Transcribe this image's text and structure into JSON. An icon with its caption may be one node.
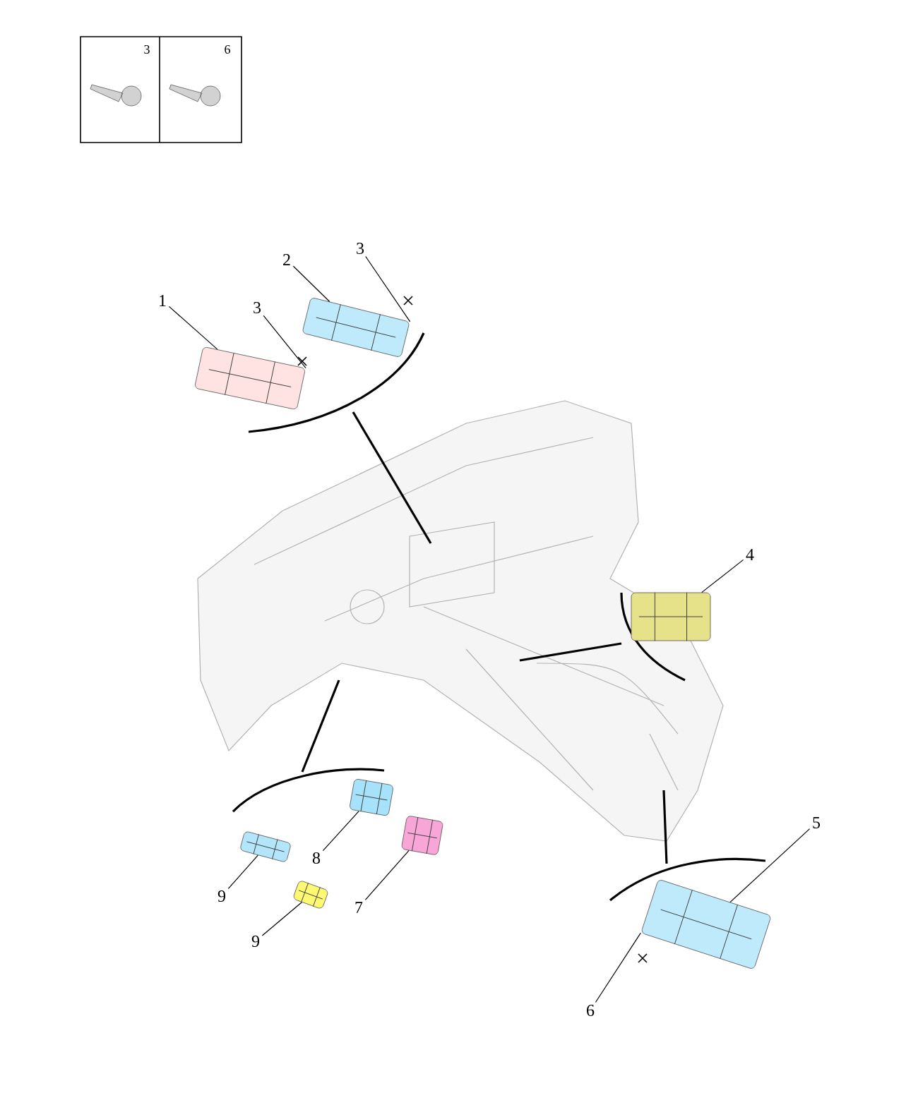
{
  "diagram": {
    "nodes": [
      {
        "text": [
          "1"
        ]
      },
      {
        "text": [],
        "shape": "picture"
      },
      {
        "text": [
          "3"
        ]
      },
      {
        "text": [
          "2"
        ]
      },
      {
        "text": [],
        "shape": "picture"
      },
      {
        "text": [
          "3"
        ]
      },
      {
        "text": [
          "4"
        ]
      },
      {
        "text": [],
        "shape": "picture"
      },
      {
        "text": [
          "5"
        ]
      },
      {
        "text": [],
        "shape": "picture"
      },
      {
        "text": [
          "6"
        ]
      },
      {
        "text": [
          "8"
        ]
      },
      {
        "text": [],
        "shape": "picture"
      },
      {
        "text": [
          "7"
        ]
      },
      {
        "text": [],
        "shape": "picture"
      },
      {
        "text": [
          "9"
        ]
      },
      {
        "text": [],
        "shape": "picture"
      },
      {
        "text": [
          "9"
        ]
      },
      {
        "text": [],
        "shape": "picture"
      }
    ],
    "edges": [
      {
        "from": 0,
        "to": 1,
        "arrow": "none"
      },
      {
        "from": 2,
        "to": 1,
        "arrow": "none"
      },
      {
        "from": 3,
        "to": 4,
        "arrow": "none"
      },
      {
        "from": 5,
        "to": 4,
        "arrow": "none"
      },
      {
        "from": 6,
        "to": 7,
        "arrow": "none"
      },
      {
        "from": 8,
        "to": 9,
        "arrow": "none"
      },
      {
        "from": 10,
        "to": 9,
        "arrow": "none"
      },
      {
        "from": 11,
        "to": 12,
        "arrow": "none"
      },
      {
        "from": 13,
        "to": 14,
        "arrow": "none"
      },
      {
        "from": 15,
        "to": 16,
        "arrow": "none"
      },
      {
        "from": 17,
        "to": 18,
        "arrow": "none"
      }
    ],
    "labels": [
      "3",
      "6"
    ]
  }
}
